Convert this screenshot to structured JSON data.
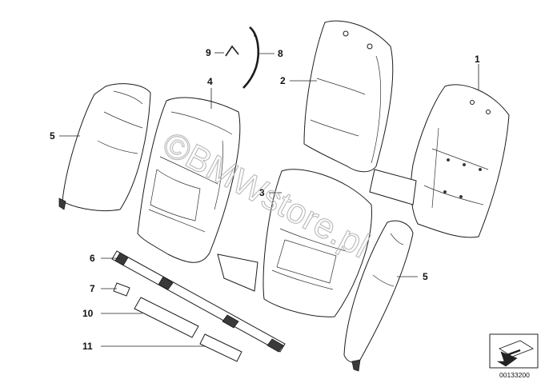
{
  "diagram": {
    "callouts": [
      {
        "id": "c1",
        "label": "1"
      },
      {
        "id": "c2",
        "label": "2"
      },
      {
        "id": "c3",
        "label": "3"
      },
      {
        "id": "c4",
        "label": "4"
      },
      {
        "id": "c5a",
        "label": "5"
      },
      {
        "id": "c5b",
        "label": "5"
      },
      {
        "id": "c6",
        "label": "6"
      },
      {
        "id": "c7",
        "label": "7"
      },
      {
        "id": "c8",
        "label": "8"
      },
      {
        "id": "c9",
        "label": "9"
      },
      {
        "id": "c10",
        "label": "10"
      },
      {
        "id": "c11",
        "label": "11"
      }
    ],
    "watermark": "©BMWstore.pl",
    "diagram_code": "00133200"
  }
}
